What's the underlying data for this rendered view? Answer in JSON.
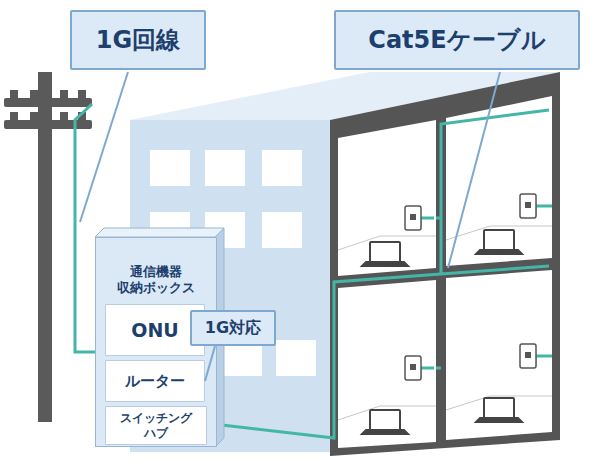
{
  "diagram": {
    "nodes": [
      {
        "text": [
          "1G回線"
        ]
      },
      {
        "text": [
          "Cat5Eケーブル"
        ]
      },
      {
        "text": [
          "通信機器 収納ボックス"
        ]
      },
      {
        "text": [
          "ONU"
        ],
        "in": 2
      },
      {
        "text": [
          "ルーター"
        ],
        "in": 2
      },
      {
        "text": [
          "スイッチング ハブ"
        ],
        "in": 2
      },
      {
        "text": [
          "1G対応"
        ]
      }
    ],
    "edges": [
      {
        "from": 6,
        "to": 4,
        "arrow": "none"
      }
    ]
  }
}
